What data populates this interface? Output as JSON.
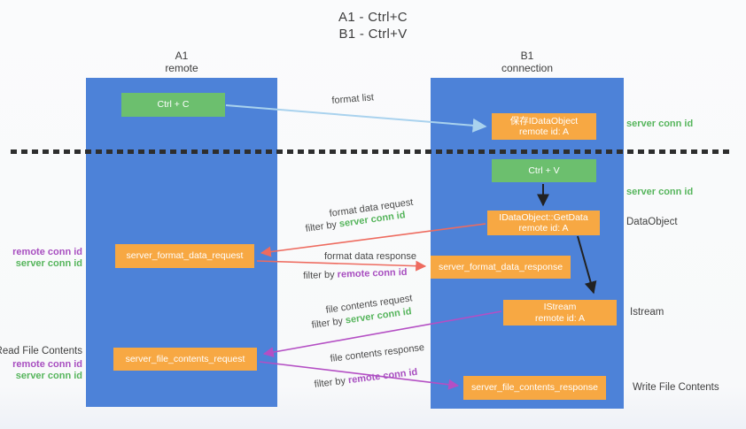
{
  "title": {
    "line1": "A1 - Ctrl+C",
    "line2": "B1 - Ctrl+V"
  },
  "columns": [
    {
      "name": "A1",
      "subtitle": "remote"
    },
    {
      "name": "B1",
      "subtitle": "connection"
    }
  ],
  "nodes": {
    "ctrl_c": {
      "label": "Ctrl + C"
    },
    "save_idataobject": {
      "line1": "保存IDataObject",
      "line2": "remote id: A"
    },
    "ctrl_v": {
      "label": "Ctrl + V"
    },
    "getdata": {
      "line1": "IDataObject::GetData",
      "line2": "remote id: A"
    },
    "format_request": {
      "label": "server_format_data_request"
    },
    "format_response": {
      "label": "server_format_data_response"
    },
    "istream": {
      "line1": "IStream",
      "line2": "remote id: A"
    },
    "file_request": {
      "label": "server_file_contents_request"
    },
    "file_response": {
      "label": "server_file_contents_response"
    }
  },
  "arrow_labels": {
    "format_list": "format list",
    "format_data_request": "format data request",
    "format_data_response": "format data response",
    "file_contents_request": "file contents request",
    "file_contents_response": "file contents response"
  },
  "filters": {
    "prefix": "filter by ",
    "server": "server conn id",
    "remote": "remote conn id"
  },
  "side_labels": {
    "left": [
      {
        "text": "remote conn id",
        "color": "purple"
      },
      {
        "text": "server conn id",
        "color": "green"
      },
      {
        "text": "Read File Contents",
        "color": "dark"
      },
      {
        "text": "remote conn id",
        "color": "purple"
      },
      {
        "text": "server conn id",
        "color": "green"
      }
    ],
    "right": [
      {
        "text": "server conn id",
        "color": "green"
      },
      {
        "text": "server conn id",
        "color": "green"
      },
      {
        "text": "DataObject",
        "color": "dark"
      },
      {
        "text": "Istream",
        "color": "dark"
      },
      {
        "text": "Write File Contents",
        "color": "dark"
      }
    ]
  },
  "colors": {
    "lane_blue": "#4d82d8",
    "box_green": "#6cbf6e",
    "box_orange": "#f7a843",
    "arrow_lightblue": "#a9d2ee",
    "arrow_red": "#ee6b5f",
    "arrow_purple": "#b44fc4",
    "arrow_black": "#222222",
    "text_green": "#56b55c",
    "text_purple": "#a84fc0",
    "divider_dark": "#2e2e2e"
  }
}
